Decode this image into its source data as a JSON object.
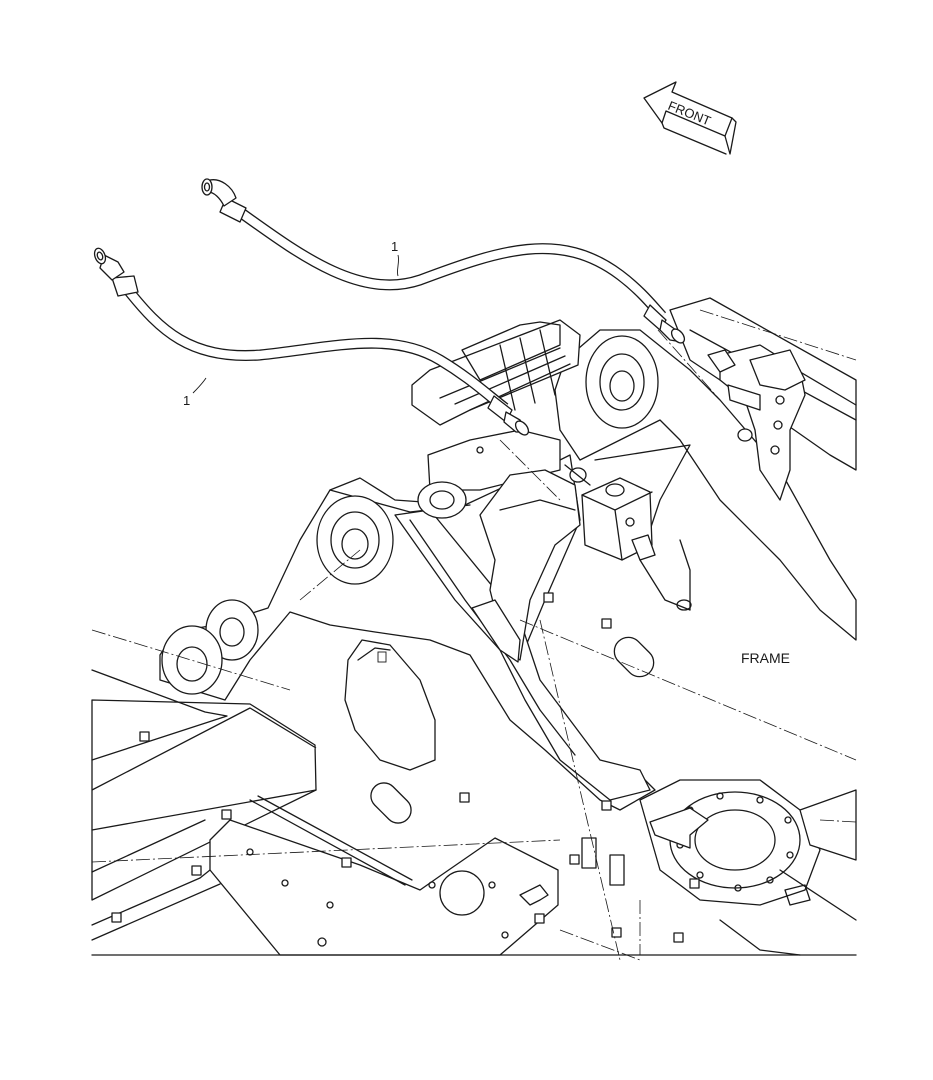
{
  "labels": {
    "front": "FRONT",
    "frame": "FRAME",
    "hose_upper_callout": "1",
    "hose_lower_callout": "1"
  },
  "icons": {
    "direction_arrow": "front-arrow-icon"
  }
}
